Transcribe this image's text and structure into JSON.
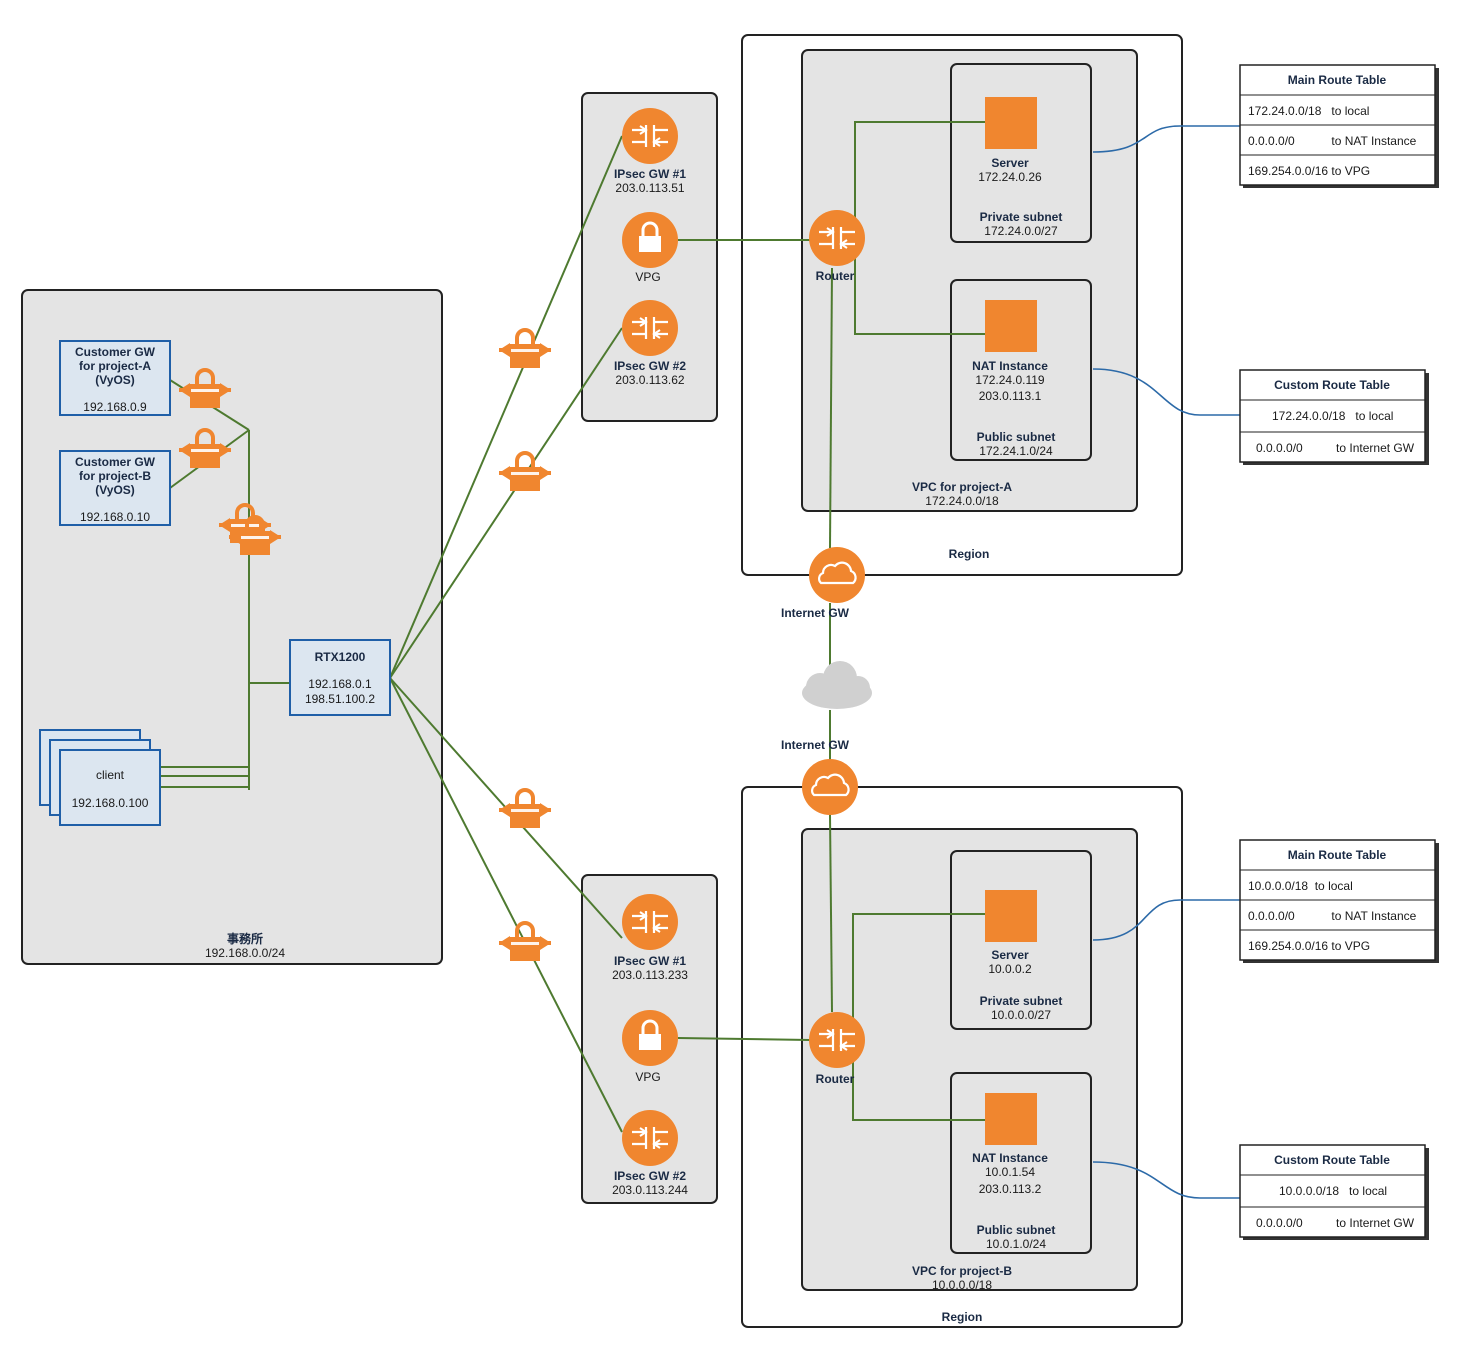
{
  "office": {
    "title": "事務所",
    "cidr": "192.168.0.0/24"
  },
  "cgw_a": {
    "line1": "Customer GW",
    "line2": "for project-A",
    "line3": "(VyOS)",
    "ip": "192.168.0.9"
  },
  "cgw_b": {
    "line1": "Customer GW",
    "line2": "for project-B",
    "line3": "(VyOS)",
    "ip": "192.168.0.10"
  },
  "rtx": {
    "name": "RTX1200",
    "ip1": "192.168.0.1",
    "ip2": "198.51.100.2"
  },
  "client": {
    "name": "client",
    "ip": "192.168.0.100"
  },
  "top": {
    "ipsec1": {
      "label": "IPsec GW #1",
      "ip": "203.0.113.51"
    },
    "vpg": {
      "label": "VPG"
    },
    "ipsec2": {
      "label": "IPsec GW #2",
      "ip": "203.0.113.62"
    },
    "router": {
      "label": "Router"
    },
    "server": {
      "label": "Server",
      "ip": "172.24.0.26"
    },
    "private_subnet": {
      "label": "Private subnet",
      "cidr": "172.24.0.0/27"
    },
    "nat": {
      "label": "NAT Instance",
      "ip1": "172.24.0.119",
      "ip2": "203.0.113.1"
    },
    "public_subnet": {
      "label": "Public subnet",
      "cidr": "172.24.1.0/24"
    },
    "vpc": {
      "label": "VPC for project-A",
      "cidr": "172.24.0.0/18"
    },
    "region": {
      "label": "Region"
    },
    "igw": {
      "label": "Internet GW"
    },
    "main_rt": {
      "title": "Main Route Table",
      "rows": [
        "172.24.0.0/18   to local",
        "0.0.0.0/0           to NAT Instance",
        "169.254.0.0/16 to VPG"
      ]
    },
    "custom_rt": {
      "title": "Custom Route Table",
      "rows": [
        "172.24.0.0/18   to local",
        "0.0.0.0/0          to Internet GW"
      ]
    }
  },
  "bottom": {
    "ipsec1": {
      "label": "IPsec GW #1",
      "ip": "203.0.113.233"
    },
    "vpg": {
      "label": "VPG"
    },
    "ipsec2": {
      "label": "IPsec GW #2",
      "ip": "203.0.113.244"
    },
    "router": {
      "label": "Router"
    },
    "server": {
      "label": "Server",
      "ip": "10.0.0.2"
    },
    "private_subnet": {
      "label": "Private subnet",
      "cidr": "10.0.0.0/27"
    },
    "nat": {
      "label": "NAT Instance",
      "ip1": "10.0.1.54",
      "ip2": "203.0.113.2"
    },
    "public_subnet": {
      "label": "Public subnet",
      "cidr": "10.0.1.0/24"
    },
    "vpc": {
      "label": "VPC for project-B",
      "cidr": "10.0.0.0/18"
    },
    "region": {
      "label": "Region"
    },
    "igw": {
      "label": "Internet GW"
    },
    "main_rt": {
      "title": "Main Route Table",
      "rows": [
        "10.0.0.0/18  to local",
        "0.0.0.0/0           to NAT Instance",
        "169.254.0.0/16 to VPG"
      ]
    },
    "custom_rt": {
      "title": "Custom Route Table",
      "rows": [
        "10.0.0.0/18   to local",
        "0.0.0.0/0          to Internet GW"
      ]
    }
  }
}
